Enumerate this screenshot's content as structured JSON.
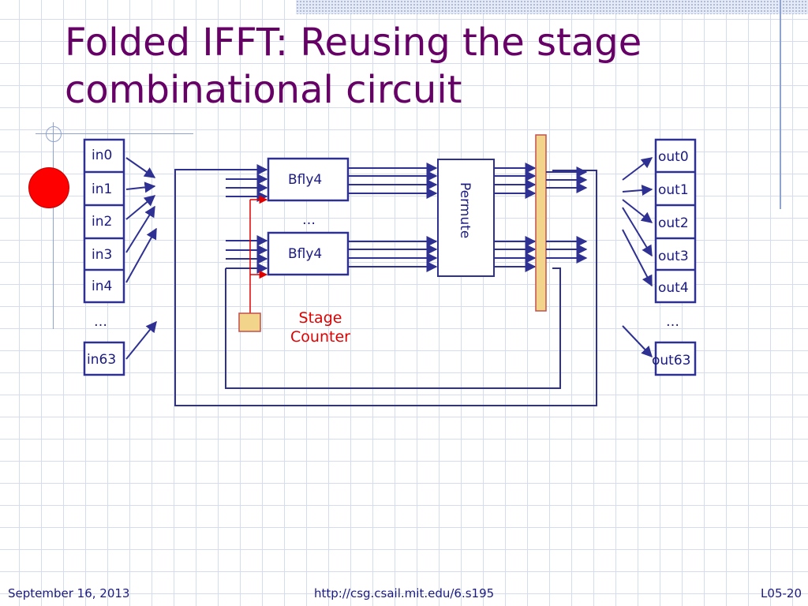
{
  "slide": {
    "title": "Folded IFFT: Reusing the stage combinational circuit",
    "footer": {
      "date": "September 16, 2013",
      "url": "http://csg.csail.mit.edu/6.s195",
      "page": "L05-20"
    }
  },
  "diagram": {
    "inputs": [
      "in0",
      "in1",
      "in2",
      "in3",
      "in4",
      "in63"
    ],
    "input_ellipsis": "…",
    "outputs": [
      "out0",
      "out1",
      "out2",
      "out3",
      "out4",
      "out63"
    ],
    "output_ellipsis": "…",
    "bfly_top": "Bfly4",
    "bfly_bottom": "Bfly4",
    "bfly_ellipsis": "…",
    "permute": "Permute",
    "stage_counter_line1": "Stage",
    "stage_counter_line2": "Counter"
  },
  "colors": {
    "title": "#660066",
    "wire": "#2e3192",
    "control": "#e00000",
    "register_fill": "#f2d58a",
    "register_border": "#c0504d",
    "grid": "#d4dcee"
  }
}
